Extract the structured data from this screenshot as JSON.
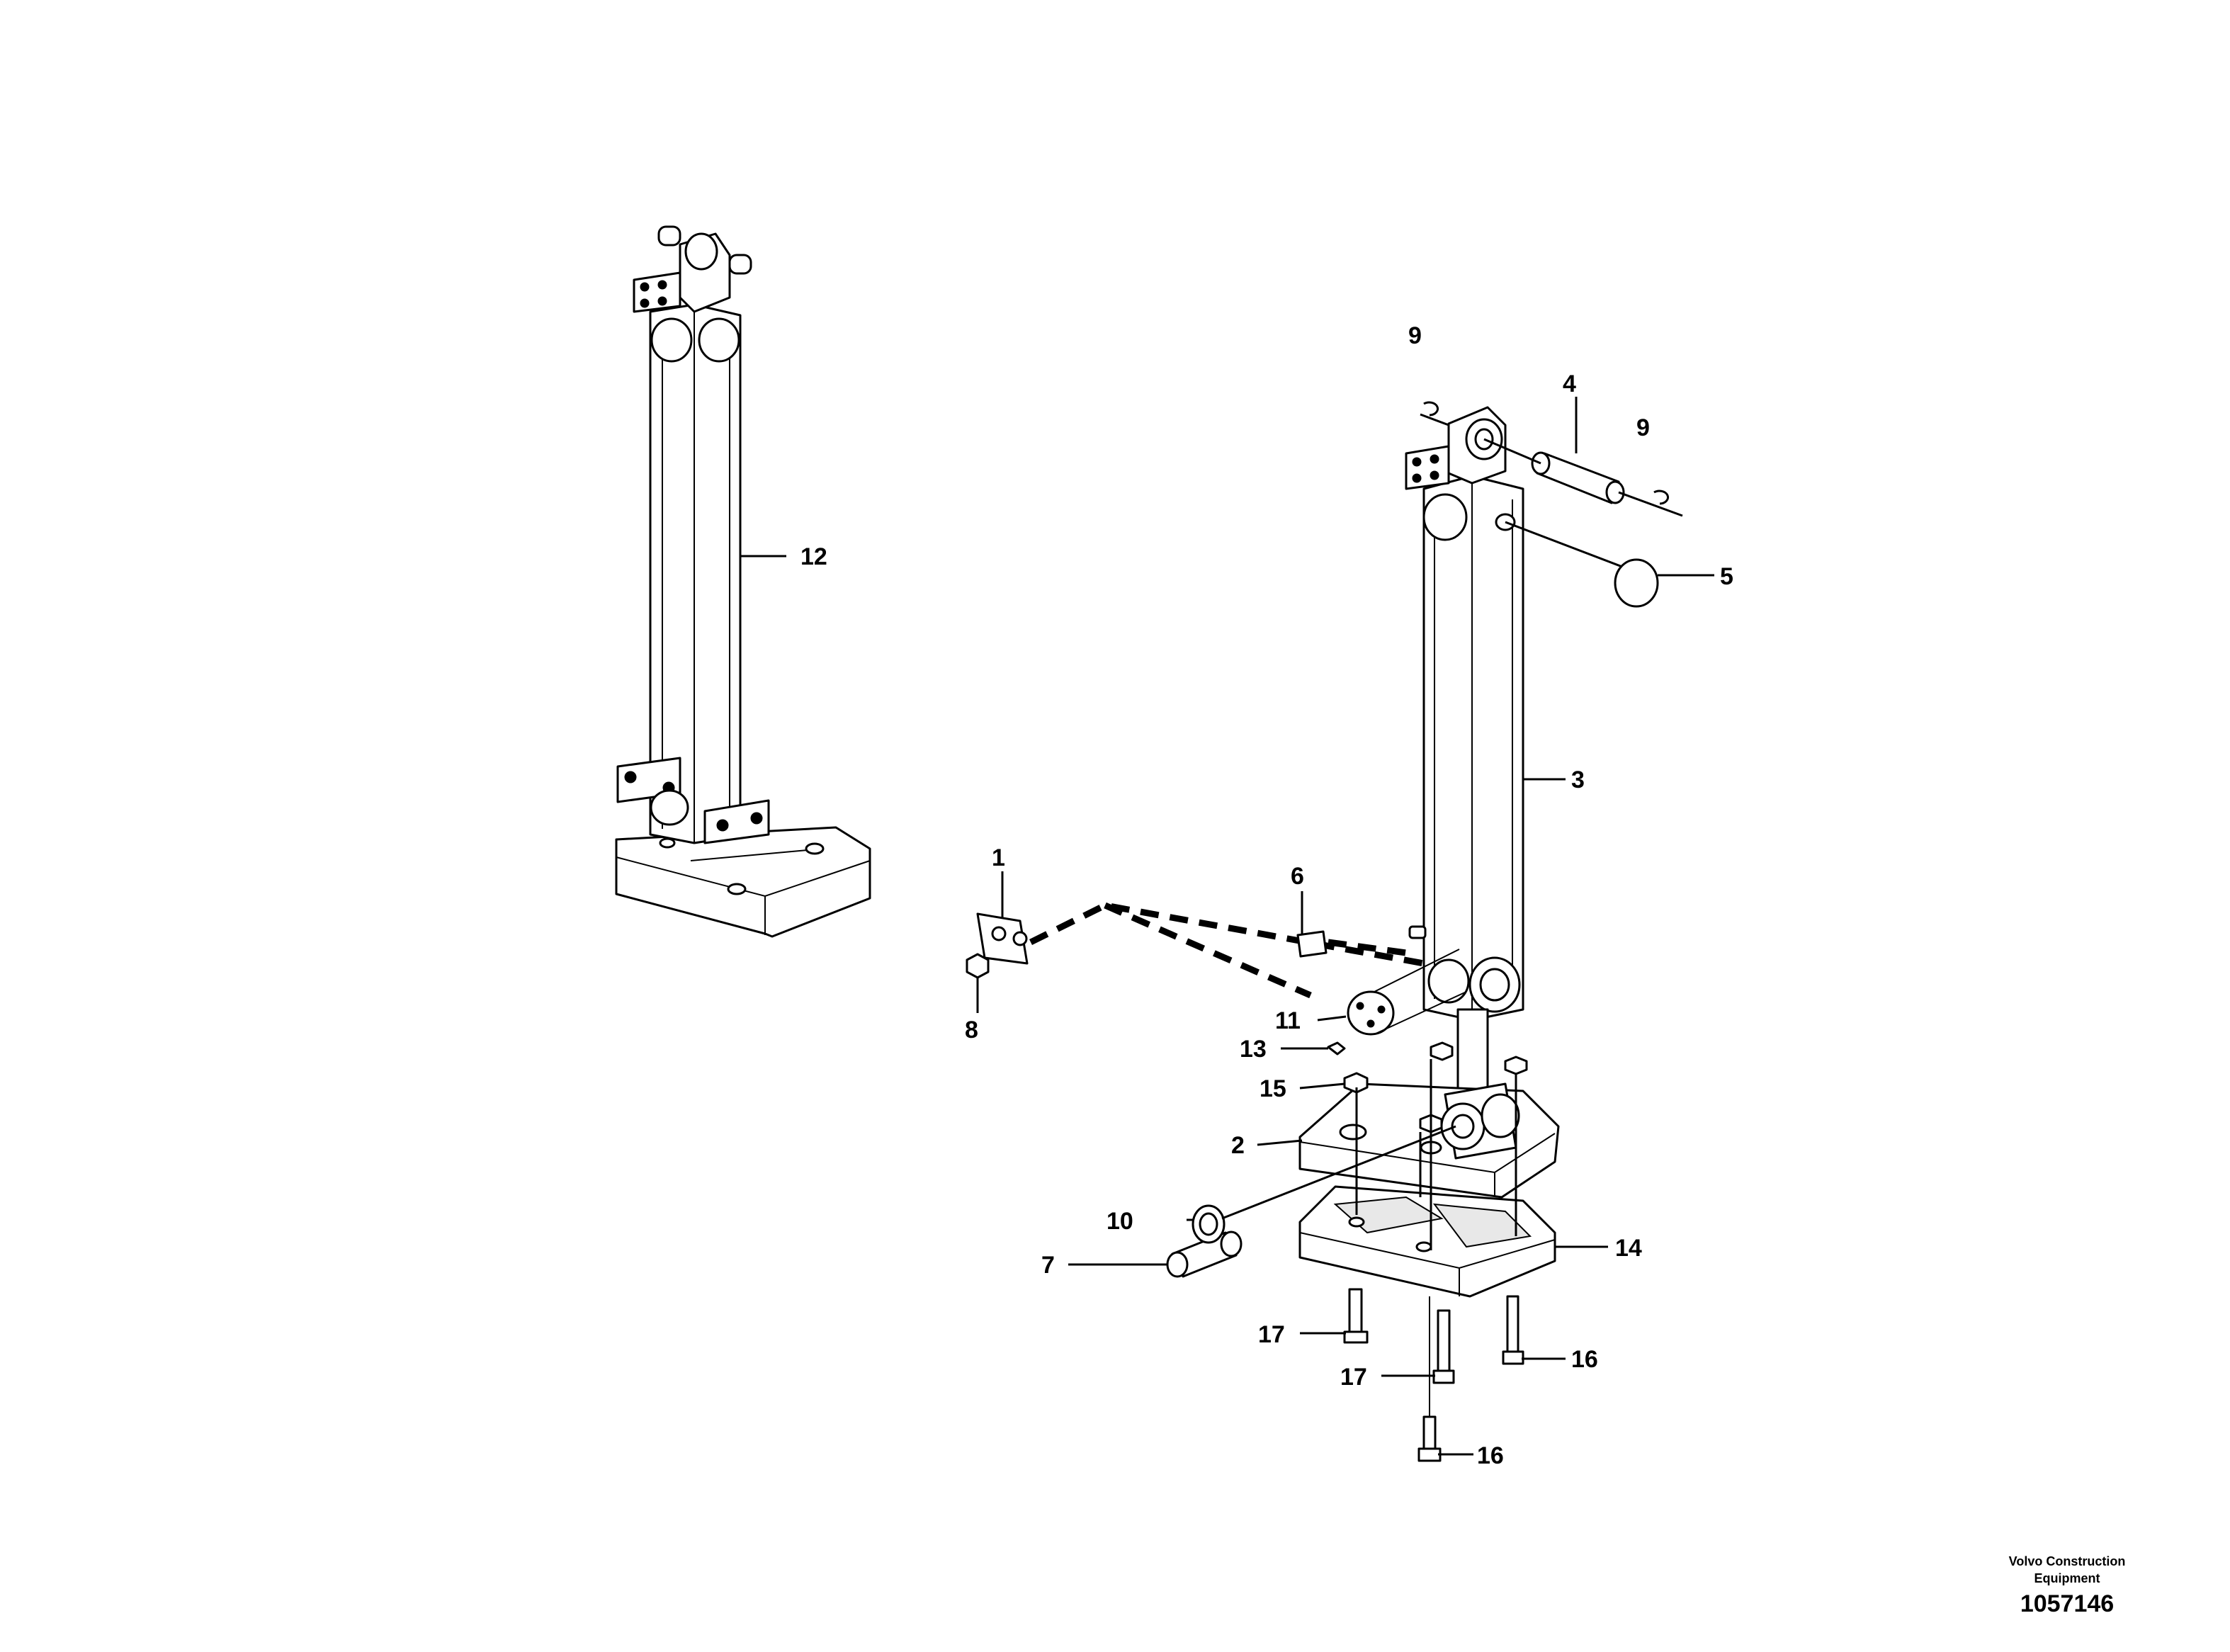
{
  "diagram": {
    "callouts": [
      "1",
      "2",
      "3",
      "4",
      "5",
      "6",
      "7",
      "8",
      "9",
      "9",
      "10",
      "11",
      "12",
      "13",
      "14",
      "15",
      "16",
      "16",
      "17",
      "17"
    ]
  },
  "footer": {
    "maker_line1": "Volvo Construction",
    "maker_line2": "Equipment",
    "doc_number": "1057146"
  }
}
